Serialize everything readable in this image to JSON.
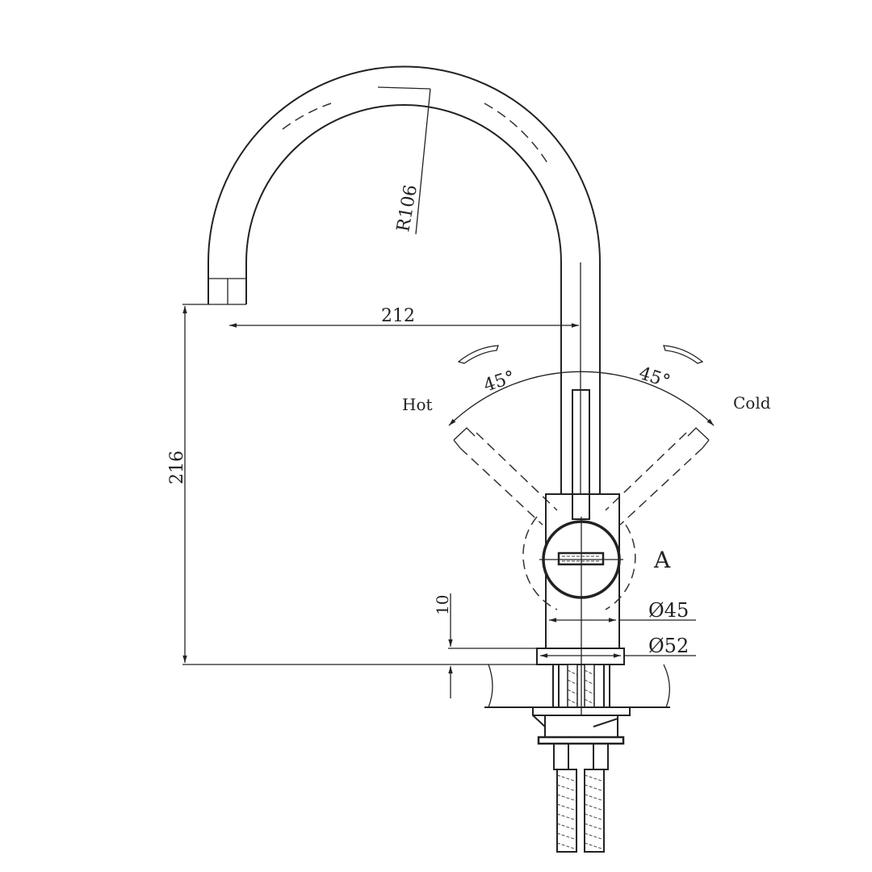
{
  "drawing": {
    "radius_label": "R106",
    "reach_label": "212",
    "height_label": "216",
    "hot_angle_label": "45°",
    "cold_angle_label": "45°",
    "hot_label": "Hot",
    "cold_label": "Cold",
    "view_label": "A",
    "body_diameter_label": "Ø45",
    "base_diameter_label": "Ø52",
    "base_thickness_label": "10"
  },
  "colors": {
    "line": "#222222",
    "background": "#ffffff"
  }
}
